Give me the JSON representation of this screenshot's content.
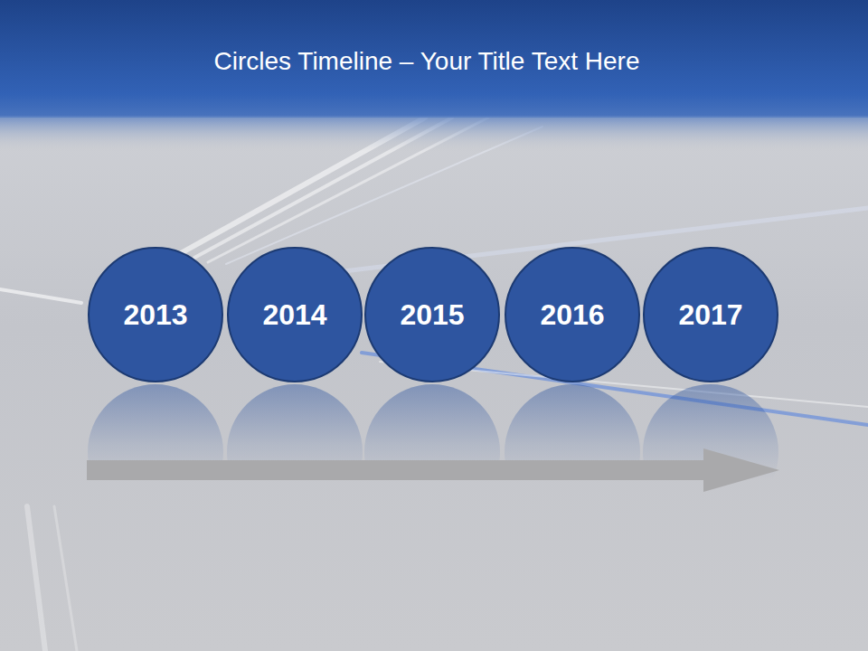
{
  "diagram": {
    "title": "Circles Timeline – Your Title Text Here",
    "nodes": [
      {
        "text": [
          "2013"
        ]
      },
      {
        "text": [
          "2014"
        ]
      },
      {
        "text": [
          "2015"
        ]
      },
      {
        "text": [
          "2016"
        ]
      },
      {
        "text": [
          "2017"
        ]
      }
    ]
  }
}
